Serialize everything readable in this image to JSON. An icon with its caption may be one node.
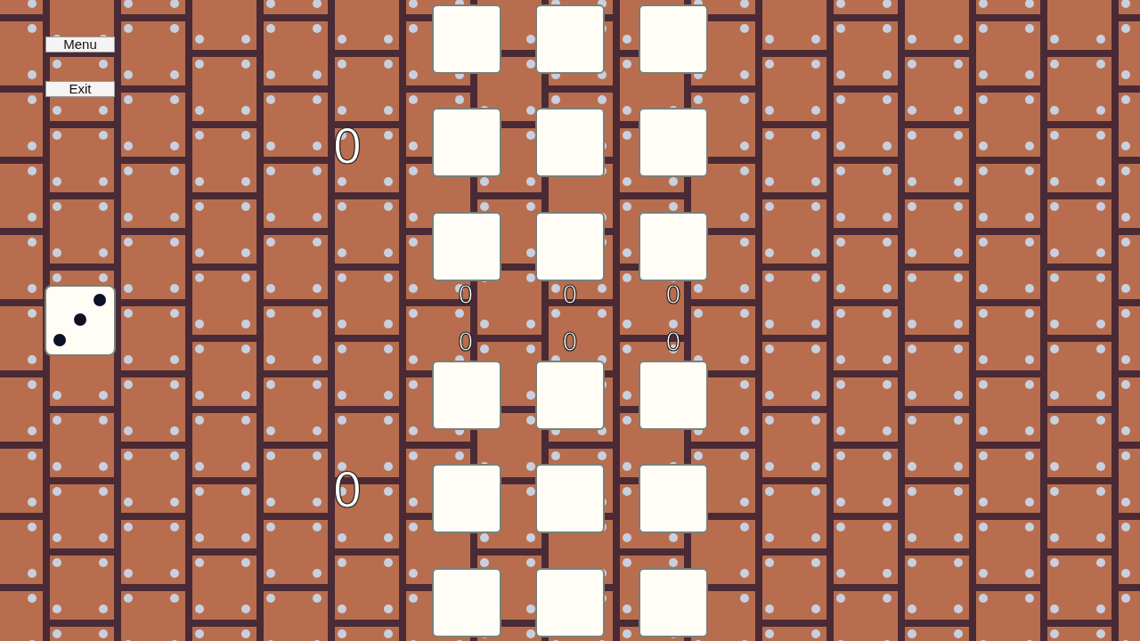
{
  "diagram": {
    "nodes": [
      {
        "text": [
          "Menu"
        ]
      },
      {
        "text": [
          "Exit"
        ]
      },
      {
        "text": [],
        "shape": "box"
      },
      {
        "text": [],
        "shape": "box"
      },
      {
        "text": [],
        "shape": "box"
      },
      {
        "text": [],
        "shape": "box"
      },
      {
        "text": [],
        "shape": "box"
      },
      {
        "text": [],
        "shape": "box"
      },
      {
        "text": [],
        "shape": "box"
      },
      {
        "text": [],
        "shape": "box"
      },
      {
        "text": [],
        "shape": "box"
      },
      {
        "text": [],
        "shape": "box"
      },
      {
        "text": [],
        "shape": "box"
      },
      {
        "text": [],
        "shape": "box"
      },
      {
        "text": [],
        "shape": "box"
      },
      {
        "text": [],
        "shape": "box"
      },
      {
        "text": [],
        "shape": "box"
      },
      {
        "text": [],
        "shape": "box"
      },
      {
        "text": [],
        "shape": "box"
      },
      {
        "text": [],
        "shape": "box"
      }
    ],
    "labels": [
      "0",
      "0",
      "0",
      "0",
      "0",
      "0",
      "0",
      "0"
    ]
  }
}
